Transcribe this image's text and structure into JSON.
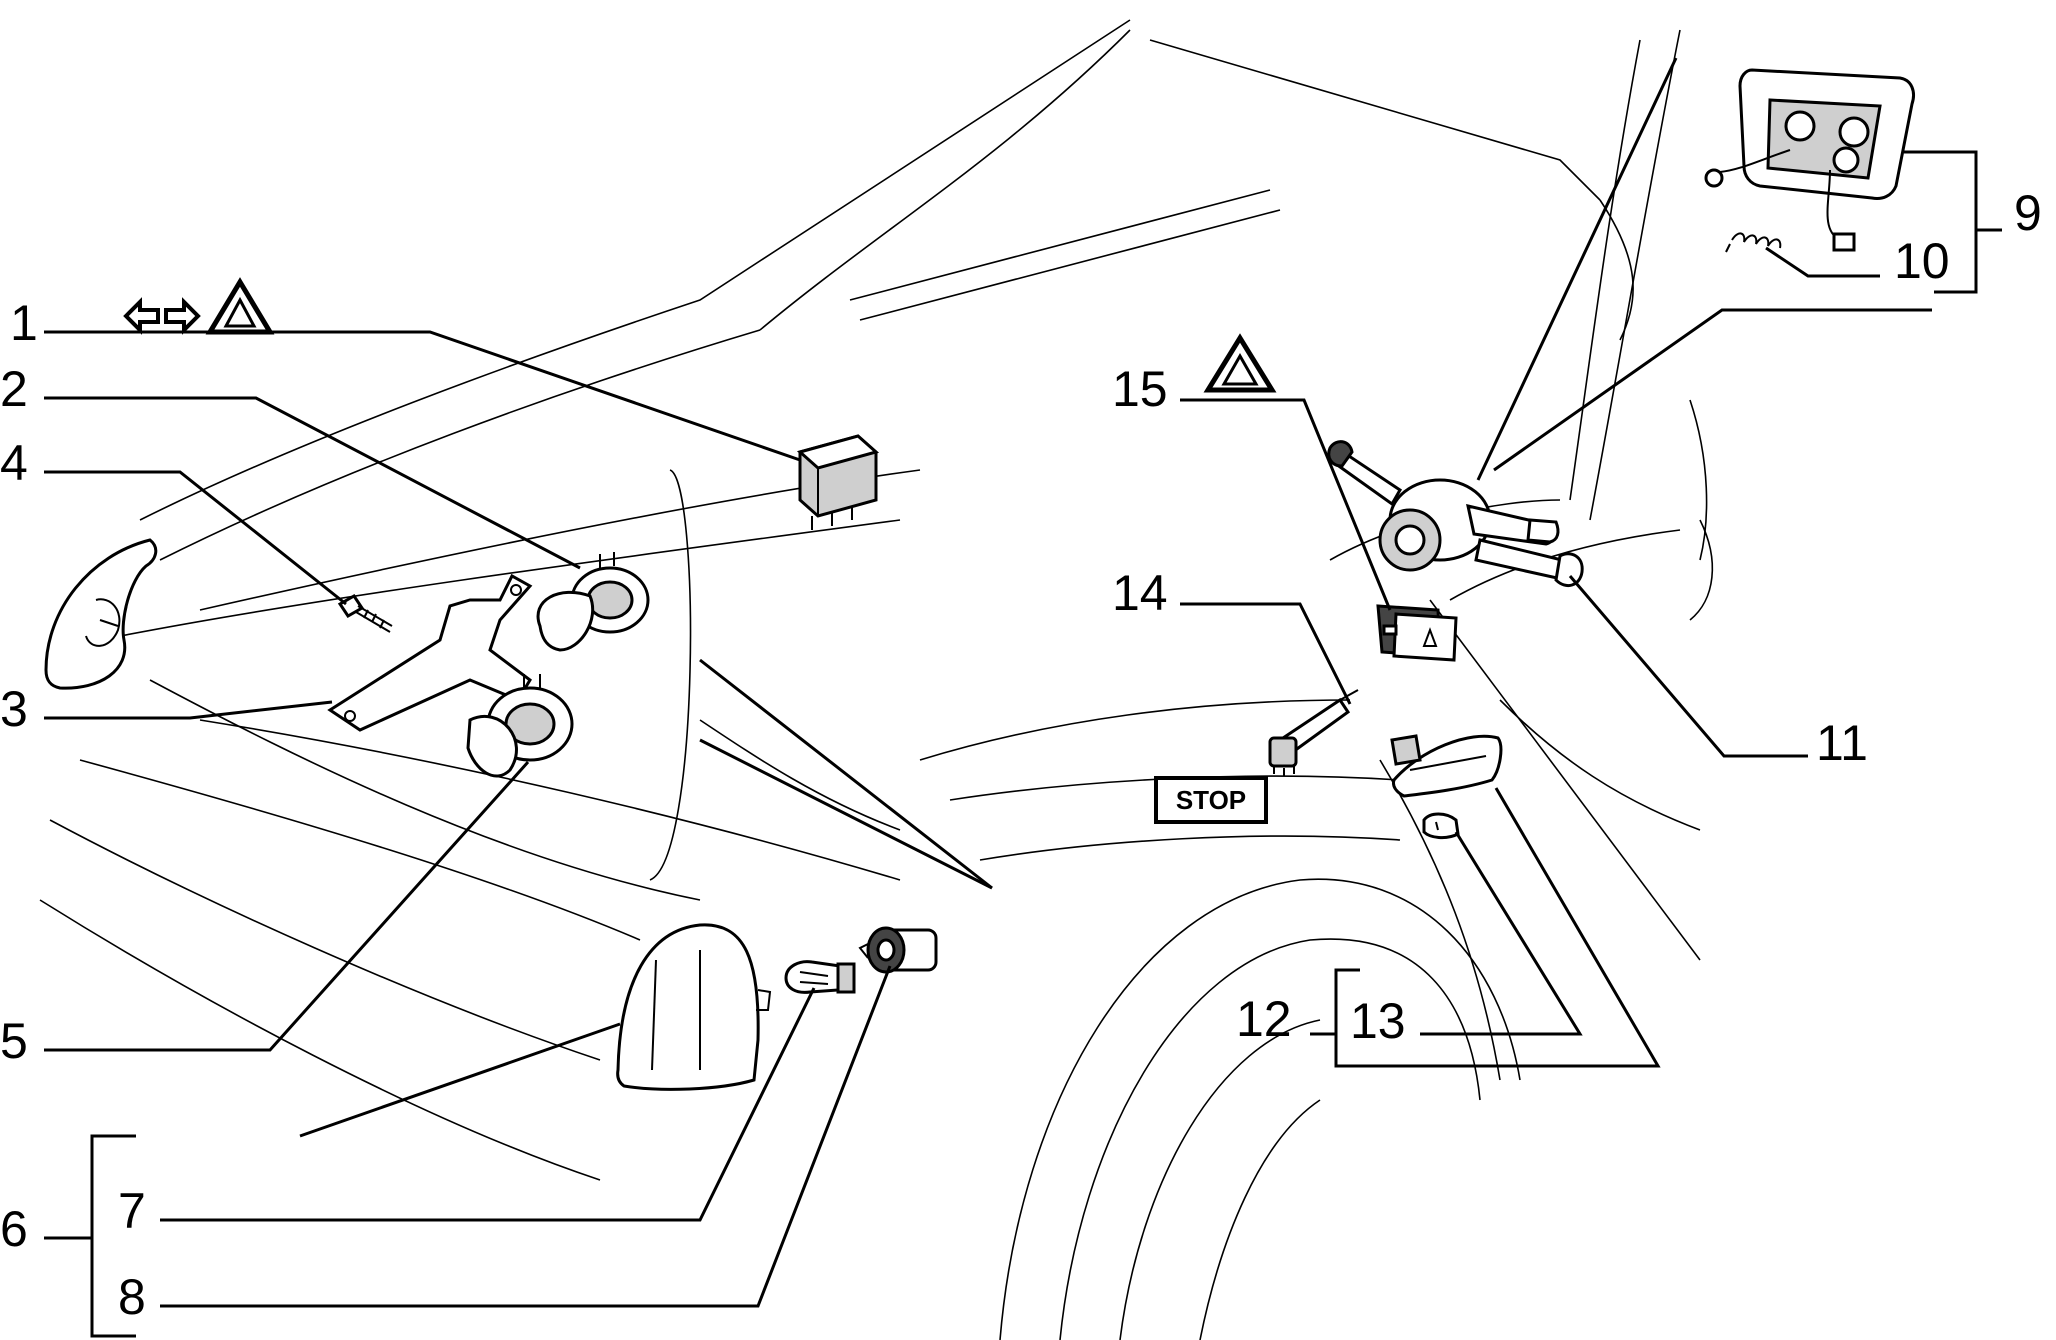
{
  "callouts": {
    "c1": "1",
    "c2": "2",
    "c3": "3",
    "c4": "4",
    "c5": "5",
    "c6": "6",
    "c7": "7",
    "c8": "8",
    "c9": "9",
    "c10": "10",
    "c11": "11",
    "c12": "12",
    "c13": "13",
    "c14": "14",
    "c15": "15"
  },
  "symbols": {
    "stop_label": "STOP",
    "hazard_icon": "hazard-triangle",
    "turn_signal_icon": "turn-arrows"
  }
}
